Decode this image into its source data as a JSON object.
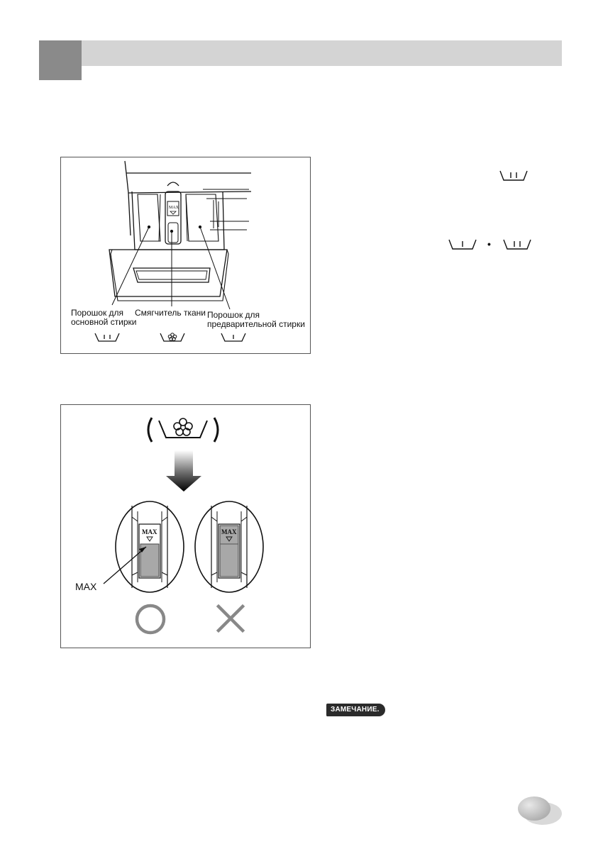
{
  "header": {
    "title": ""
  },
  "figure1": {
    "labels": {
      "main_wash_line1": "Порошок для",
      "main_wash_line2": "основной стирки",
      "softener": "Смягчитель ткани",
      "prewash_line1": "Порошок для",
      "prewash_line2": "предварительной стирки"
    },
    "max_mark": "MAX",
    "icons": [
      "main-wash-tray-icon",
      "softener-flower-icon",
      "prewash-tray-icon"
    ]
  },
  "figure2": {
    "max_label": "MAX",
    "max_mark_left": "MAX",
    "max_mark_right": "MAX",
    "correct_symbol": "circle",
    "wrong_symbol": "cross"
  },
  "side_symbols": {
    "row1": [
      "main-wash-tray-icon"
    ],
    "row2": [
      "prewash-tray-icon",
      "dot",
      "main-wash-tray-icon"
    ],
    "separator": "•"
  },
  "note": {
    "label": "ЗАМЕЧАНИЕ."
  },
  "colors": {
    "header_bar": "#d4d4d4",
    "header_square": "#8a8a8a",
    "note_bg": "#2b2b2b"
  }
}
